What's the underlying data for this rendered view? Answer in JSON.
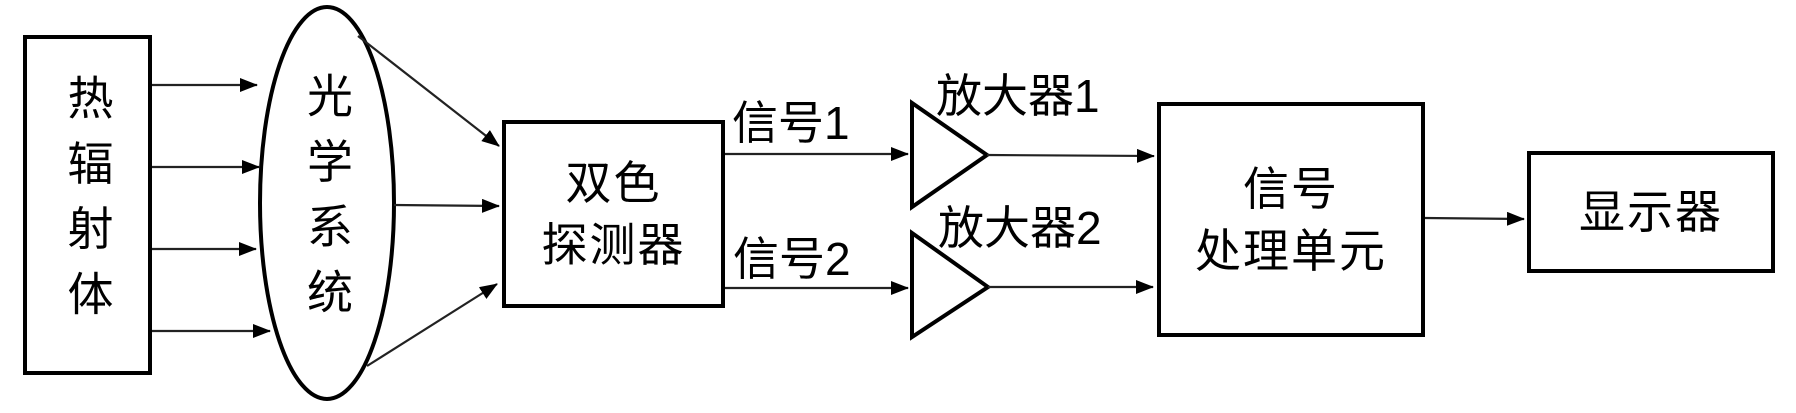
{
  "diagram": {
    "title_semantic": "two-color infrared temperature measurement system block diagram",
    "colors": {
      "background": "#ffffff",
      "stroke": "#000000",
      "thin_line": "#222222"
    },
    "nodes": {
      "thermal_radiator": {
        "label": "热辐射体",
        "shape": "rectangle",
        "text_orientation": "vertical"
      },
      "optical_system": {
        "label": "光学系统",
        "shape": "ellipse",
        "text_orientation": "vertical"
      },
      "detector": {
        "label_line1": "双色",
        "label_line2": "探测器",
        "shape": "rectangle"
      },
      "amplifier1": {
        "label": "放大器1",
        "shape": "triangle"
      },
      "amplifier2": {
        "label": "放大器2",
        "shape": "triangle"
      },
      "processor": {
        "label_line1": "信号",
        "label_line2": "处理单元",
        "shape": "rectangle"
      },
      "display": {
        "label": "显示器",
        "shape": "rectangle"
      }
    },
    "edges": {
      "signal1": {
        "label": "信号1"
      },
      "signal2": {
        "label": "信号2"
      },
      "radiation_arrows_count": 4,
      "optics_to_detector_lines_count": 3
    }
  }
}
